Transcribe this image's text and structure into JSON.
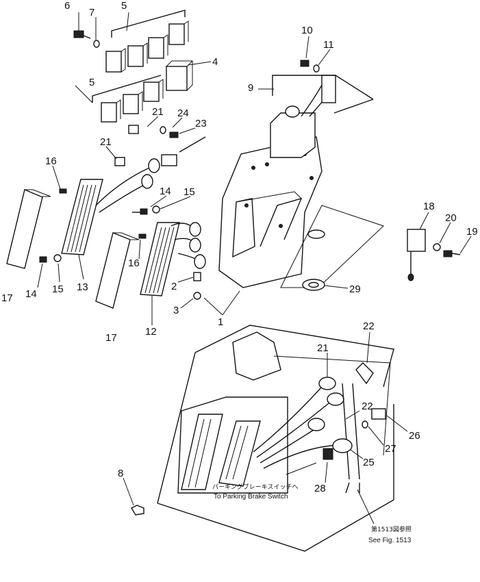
{
  "callouts": [
    "1",
    "2",
    "3",
    "4",
    "5",
    "5",
    "6",
    "7",
    "8",
    "9",
    "10",
    "11",
    "12",
    "13",
    "14",
    "14",
    "15",
    "15",
    "16",
    "16",
    "17",
    "17",
    "18",
    "19",
    "20",
    "21",
    "21",
    "21",
    "22",
    "22",
    "23",
    "24",
    "25",
    "26",
    "27",
    "28",
    "29"
  ],
  "notes": {
    "parking_jp": "パーキングブレーキスイッチへ",
    "parking_en": "To Parking Brake Switch",
    "fig_jp": "第1513図参照",
    "fig_en": "See Fig. 1513"
  }
}
